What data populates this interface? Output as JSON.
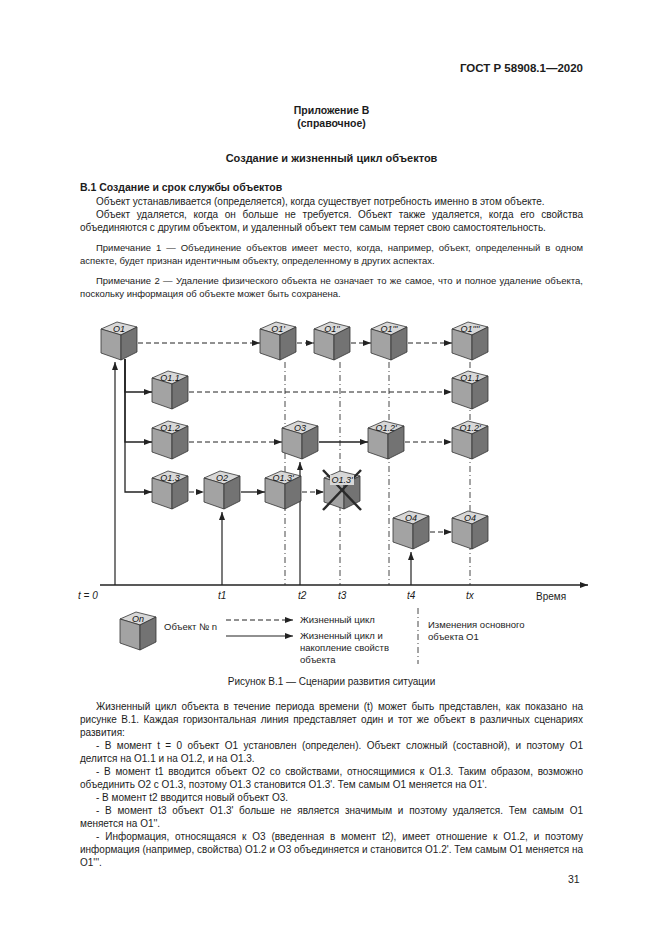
{
  "diagram": {
    "title": "Создание и жизненный цикл объектов",
    "caption": "Рисунок В.1 — Сценарии развития ситуации",
    "nodes": [
      {
        "text": [
          "O1"
        ]
      },
      {
        "text": [
          "O1'"
        ]
      },
      {
        "text": [
          "O1''"
        ]
      },
      {
        "text": [
          "O1'''"
        ]
      },
      {
        "text": [
          "O1''''"
        ]
      },
      {
        "text": [
          "O1.1"
        ]
      },
      {
        "text": [
          "O1.1"
        ]
      },
      {
        "text": [
          "O1.2"
        ]
      },
      {
        "text": [
          "O3"
        ]
      },
      {
        "text": [
          "O1.2'"
        ]
      },
      {
        "text": [
          "O1.2'"
        ]
      },
      {
        "text": [
          "O1.3"
        ]
      },
      {
        "text": [
          "O2"
        ]
      },
      {
        "text": [
          "O1.3'"
        ]
      },
      {
        "text": [
          "O1.3'"
        ]
      },
      {
        "text": [
          "O4"
        ]
      },
      {
        "text": [
          "O4"
        ]
      },
      {
        "text": [
          "On"
        ]
      }
    ],
    "edges": [
      {
        "from": 0,
        "to": 1,
        "arrow": "to"
      },
      {
        "from": 1,
        "to": 2,
        "arrow": "to"
      },
      {
        "from": 2,
        "to": 3,
        "arrow": "to"
      },
      {
        "from": 3,
        "to": 4,
        "arrow": "to"
      },
      {
        "from": 0,
        "to": 5,
        "arrow": "to"
      },
      {
        "from": 0,
        "to": 7,
        "arrow": "to"
      },
      {
        "from": 0,
        "to": 11,
        "arrow": "to"
      },
      {
        "from": 5,
        "to": 6,
        "arrow": "to"
      },
      {
        "from": 7,
        "to": 8,
        "arrow": "to"
      },
      {
        "from": 8,
        "to": 9,
        "arrow": "to"
      },
      {
        "from": 9,
        "to": 10,
        "arrow": "to"
      },
      {
        "from": 11,
        "to": 12,
        "arrow": "to"
      },
      {
        "from": 12,
        "to": 13,
        "arrow": "to"
      },
      {
        "from": 13,
        "to": 14,
        "arrow": "to"
      },
      {
        "from": 15,
        "to": 16,
        "arrow": "to"
      }
    ],
    "labels": [
      "ГОСТ Р 58908.1—2020",
      "Приложение В",
      "(справочное)",
      "В.1 Создание и срок службы объектов",
      "Объект устанавливается (определяется), когда существует потребность именно в этом объекте.",
      "Объект удаляется, когда он больше не требуется. Объект также удаляется, когда его свойства объединяются с другим объектом, и удаленный объект тем самым теряет свою самостоятельность.",
      "Примечание 1 — Объединение объектов имеет место, когда, например, объект, определенный в одном аспекте, будет признан идентичным объекту, определенному в других аспектах.",
      "Примечание 2 — Удаление физического объекта не означает то же самое, что и полное удаление объекта, поскольку информация об объекте может быть сохранена.",
      "t = 0",
      "t1",
      "t2",
      "t3",
      "t4",
      "tx",
      "Время",
      "Жизненный цикл объекта в течение периода времени (t) может быть представлен, как показано на рисунке В.1. Каждая горизонтальная линия представляет один и тот же объект в различных сценариях развития:",
      "- В момент t = 0 объект O1 установлен (определен). Объект сложный (составной), и поэтому O1 делится на O1.1 и на O1.2, и на O1.3.",
      "- В момент t1 вводится объект O2 со свойствами, относящимися к O1.3. Таким образом, возможно объединить O2 с O1.3, поэтому O1.3 становится O1.3'. Тем самым O1 меняется на O1'.",
      "- В момент t2 вводится новый объект O3.",
      "- В момент t3 объект O1.3' больше не является значимым и поэтому удаляется. Тем самым O1 меняется на O1''.",
      "- Информация, относящаяся к O3 (введенная в момент t2), имеет отношение к O1.2, и поэтому информация (например, свойства) O1.2 и O3 объединяется и становится O1.2'. Тем самым O1 меняется на O1'''.",
      "31"
    ],
    "legend": [
      {
        "text": "Объект № n"
      },
      {
        "text": "Жизненный цикл"
      },
      {
        "text": "Жизненный цикл и накопление свойств объекта"
      },
      {
        "text": "Изменения основного объекта O1"
      }
    ]
  }
}
